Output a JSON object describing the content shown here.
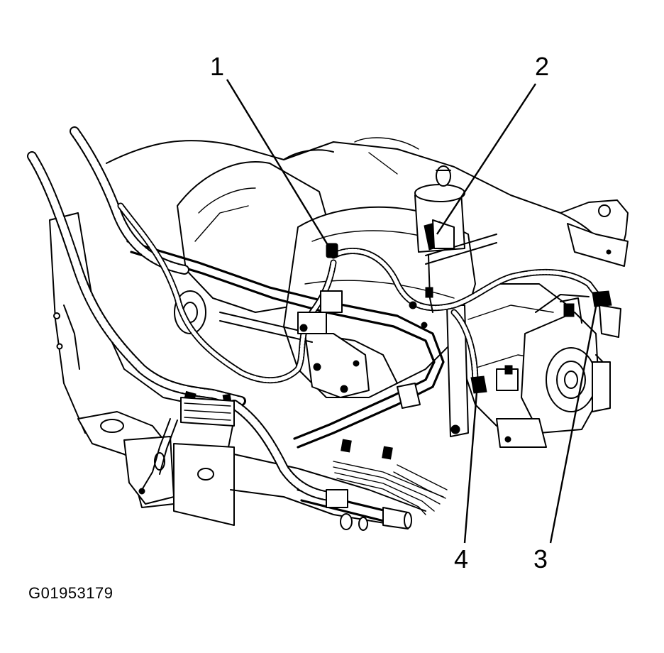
{
  "figure": {
    "id": "G01953179"
  },
  "callouts": [
    {
      "label": "1"
    },
    {
      "label": "2"
    },
    {
      "label": "3"
    },
    {
      "label": "4"
    }
  ]
}
